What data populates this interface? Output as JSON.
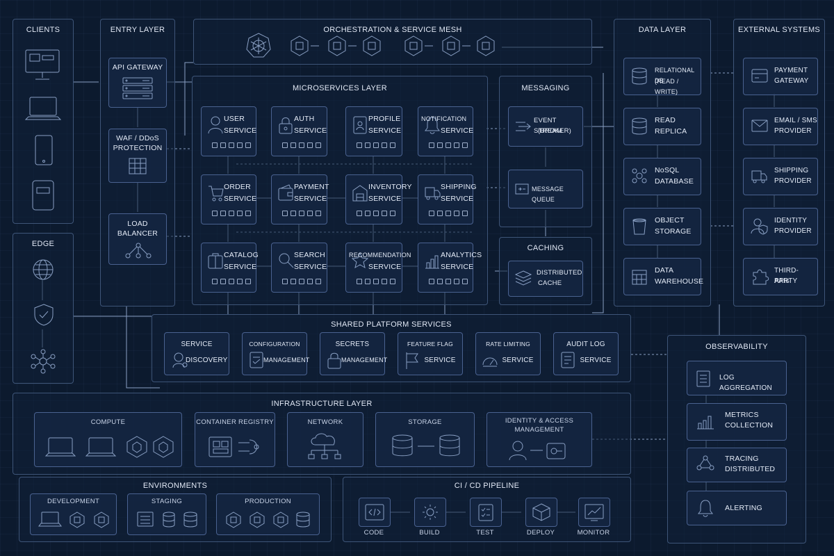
{
  "clients": {
    "title": "CLIENTS"
  },
  "edge": {
    "title": "EDGE"
  },
  "entry": {
    "title": "ENTRY LAYER",
    "api_gateway": "API GATEWAY",
    "waf_line1": "WAF / DDoS",
    "waf_line2": "PROTECTION",
    "lb_line1": "LOAD",
    "lb_line2": "BALANCER"
  },
  "orchestration": {
    "title": "ORCHESTRATION & SERVICE MESH"
  },
  "microservices": {
    "title": "MICROSERVICES LAYER",
    "services": [
      {
        "l1": "USER",
        "l2": "SERVICE",
        "icon": "user-icon"
      },
      {
        "l1": "AUTH",
        "l2": "SERVICE",
        "icon": "lock-icon"
      },
      {
        "l1": "PROFILE",
        "l2": "SERVICE",
        "icon": "profile-icon"
      },
      {
        "l1": "NOTIFICATION",
        "l2": "SERVICE",
        "icon": "bell-icon"
      },
      {
        "l1": "ORDER",
        "l2": "SERVICE",
        "icon": "cart-icon"
      },
      {
        "l1": "PAYMENT",
        "l2": "SERVICE",
        "icon": "wallet-icon"
      },
      {
        "l1": "INVENTORY",
        "l2": "SERVICE",
        "icon": "warehouse-icon"
      },
      {
        "l1": "SHIPPING",
        "l2": "SERVICE",
        "icon": "truck-icon"
      },
      {
        "l1": "CATALOG",
        "l2": "SERVICE",
        "icon": "catalog-icon"
      },
      {
        "l1": "SEARCH",
        "l2": "SERVICE",
        "icon": "search-icon"
      },
      {
        "l1": "RECOMMENDATION",
        "l2": "SERVICE",
        "icon": "star-icon"
      },
      {
        "l1": "ANALYTICS",
        "l2": "SERVICE",
        "icon": "chart-icon"
      }
    ]
  },
  "messaging": {
    "title": "MESSAGING",
    "event_l1": "EVENT STREAM",
    "event_l2": "(BROKER)",
    "queue": "MESSAGE QUEUE"
  },
  "caching": {
    "title": "CACHING",
    "l1": "DISTRIBUTED",
    "l2": "CACHE"
  },
  "data_layer": {
    "title": "DATA LAYER",
    "items": [
      {
        "l1": "RELATIONAL DB",
        "l2": "(READ / WRITE)"
      },
      {
        "l1": "READ",
        "l2": "REPLICA"
      },
      {
        "l1": "NoSQL",
        "l2": "DATABASE"
      },
      {
        "l1": "OBJECT",
        "l2": "STORAGE"
      },
      {
        "l1": "DATA",
        "l2": "WAREHOUSE"
      }
    ]
  },
  "external": {
    "title": "EXTERNAL SYSTEMS",
    "items": [
      {
        "l1": "PAYMENT",
        "l2": "GATEWAY"
      },
      {
        "l1": "EMAIL / SMS",
        "l2": "PROVIDER"
      },
      {
        "l1": "SHIPPING",
        "l2": "PROVIDER"
      },
      {
        "l1": "IDENTITY",
        "l2": "PROVIDER"
      },
      {
        "l1": "THIRD-PARTY",
        "l2": "APIs"
      }
    ]
  },
  "shared": {
    "title": "SHARED PLATFORM SERVICES",
    "items": [
      {
        "l1": "SERVICE",
        "l2": "DISCOVERY"
      },
      {
        "l1": "CONFIGURATION",
        "l2": "MANAGEMENT"
      },
      {
        "l1": "SECRETS",
        "l2": "MANAGEMENT"
      },
      {
        "l1": "FEATURE FLAG",
        "l2": "SERVICE"
      },
      {
        "l1": "RATE LIMITING",
        "l2": "SERVICE"
      },
      {
        "l1": "AUDIT LOG",
        "l2": "SERVICE"
      }
    ]
  },
  "observability": {
    "title": "OBSERVABILITY",
    "log": "LOG AGGREGATION",
    "metrics_l1": "METRICS",
    "metrics_l2": "COLLECTION",
    "tracing_l1": "TRACING",
    "tracing_l2": "DISTRIBUTED",
    "alerting": "ALERTING"
  },
  "infrastructure": {
    "title": "INFRASTRUCTURE LAYER",
    "compute": "COMPUTE",
    "registry": "CONTAINER REGISTRY",
    "network": "NETWORK",
    "storage": "STORAGE",
    "iam_l1": "IDENTITY & ACCESS",
    "iam_l2": "MANAGEMENT"
  },
  "environments": {
    "title": "ENVIRONMENTS",
    "development": "DEVELOPMENT",
    "staging": "STAGING",
    "production": "PRODUCTION"
  },
  "cicd": {
    "title": "CI / CD PIPELINE",
    "steps": [
      "CODE",
      "BUILD",
      "TEST",
      "DEPLOY",
      "MONITOR"
    ]
  }
}
